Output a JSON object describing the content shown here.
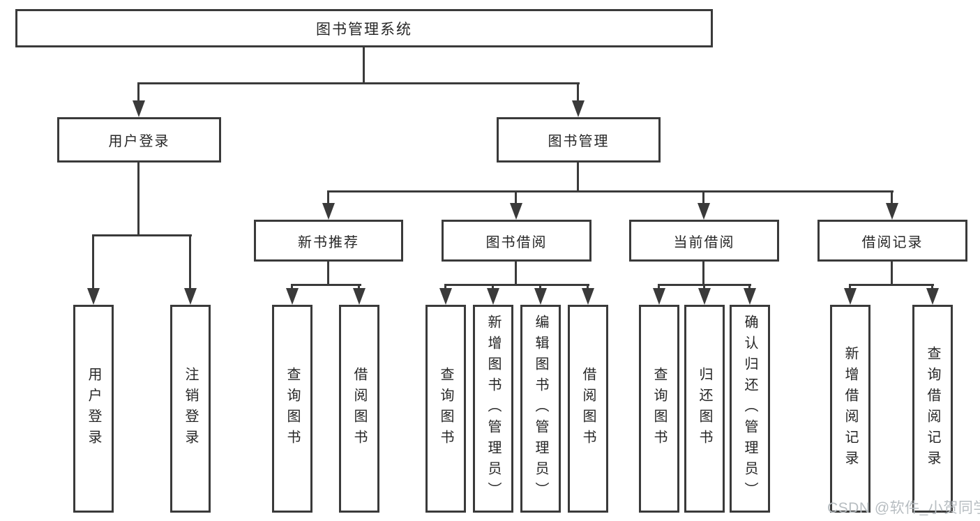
{
  "colors": {
    "line": "#3a3a3a",
    "text": "#262626",
    "background": "#ffffff",
    "watermark": "#b7bdc1"
  },
  "watermark": {
    "text": "CSDN @软件_小贺同学"
  },
  "diagram": {
    "root": {
      "label": "图书管理系统"
    },
    "branches": [
      {
        "label": "用户登录",
        "leaves": [
          {
            "label": "用户登录"
          },
          {
            "label": "注销登录"
          }
        ]
      },
      {
        "label": "图书管理",
        "groups": [
          {
            "label": "新书推荐",
            "leaves": [
              {
                "label": "查询图书"
              },
              {
                "label": "借阅图书"
              }
            ]
          },
          {
            "label": "图书借阅",
            "leaves": [
              {
                "label": "查询图书"
              },
              {
                "label": "新增图书（管理员）"
              },
              {
                "label": "编辑图书（管理员）"
              },
              {
                "label": "借阅图书"
              }
            ]
          },
          {
            "label": "当前借阅",
            "leaves": [
              {
                "label": "查询图书"
              },
              {
                "label": "归还图书"
              },
              {
                "label": "确认归还（管理员）"
              }
            ]
          },
          {
            "label": "借阅记录",
            "leaves": [
              {
                "label": "新增借阅记录"
              },
              {
                "label": "查询借阅记录"
              }
            ]
          }
        ]
      }
    ]
  }
}
